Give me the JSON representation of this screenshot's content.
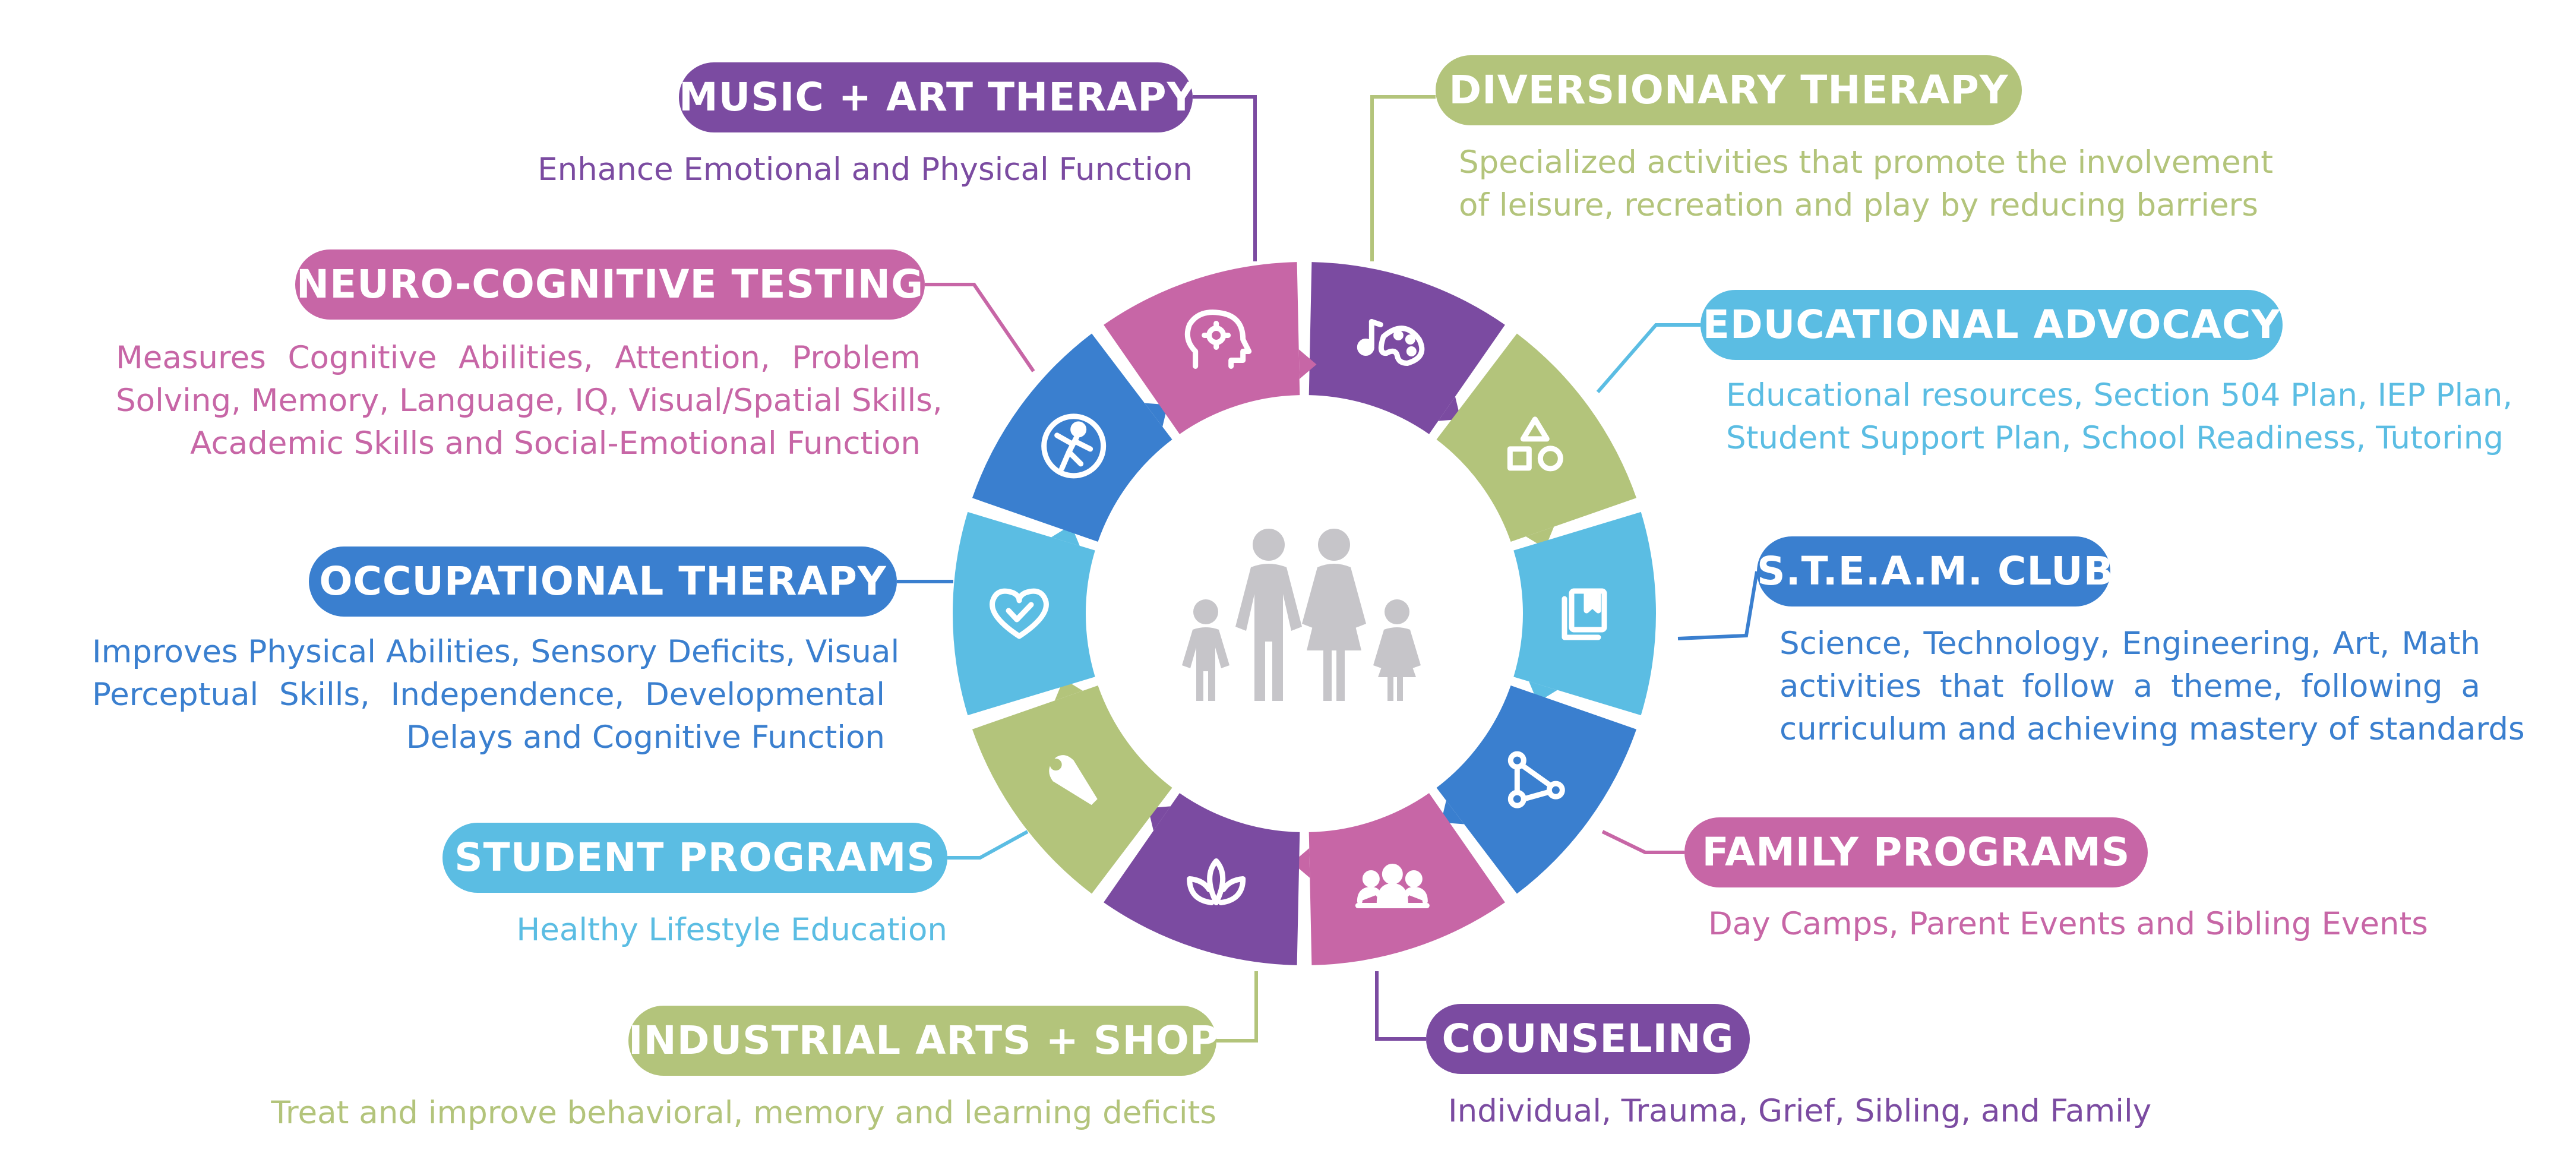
{
  "colors": {
    "purple": "#7b4ba1",
    "green": "#b3c47b",
    "pink": "#c766a6",
    "cyan": "#5bbde3",
    "blue": "#3a7fcf",
    "gray": "#c6c5c9"
  },
  "center": {
    "icon": "family-icon"
  },
  "items": [
    {
      "id": "music",
      "title": "MUSIC + ART THERAPY",
      "desc": [
        "Enhance Emotional and Physical Function"
      ],
      "color": "#7b4ba1",
      "icon": "music-palette-icon"
    },
    {
      "id": "diversionary",
      "title": "DIVERSIONARY THERAPY",
      "desc": [
        "Specialized activities that promote the involvement",
        "of leisure, recreation and play by reducing barriers"
      ],
      "color": "#b3c47b",
      "icon": "shapes-icon"
    },
    {
      "id": "educational",
      "title": "EDUCATIONAL ADVOCACY",
      "desc": [
        "Educational resources, Section 504 Plan, IEP Plan,",
        "Student Support Plan, School Readiness, Tutoring"
      ],
      "color": "#5bbde3",
      "icon": "books-icon"
    },
    {
      "id": "steam",
      "title": "S.T.E.A.M. CLUB",
      "desc": [
        "Science, Technology, Engineering, Art, Math",
        "activities that follow a theme, following a",
        "curriculum and achieving mastery of standards"
      ],
      "color": "#3a7fcf",
      "icon": "network-icon"
    },
    {
      "id": "family",
      "title": "FAMILY PROGRAMS",
      "desc": [
        "Day Camps, Parent Events and Sibling Events"
      ],
      "color": "#c766a6",
      "icon": "group-icon"
    },
    {
      "id": "counseling",
      "title": "COUNSELING",
      "desc": [
        "Individual, Trauma, Grief, Sibling, and Family"
      ],
      "color": "#7b4ba1",
      "icon": "lotus-icon"
    },
    {
      "id": "industrial",
      "title": "INDUSTRIAL ARTS + SHOP",
      "desc": [
        "Treat and improve behavioral, memory and learning deficits"
      ],
      "color": "#b3c47b",
      "icon": "wrench-icon"
    },
    {
      "id": "student",
      "title": "STUDENT PROGRAMS",
      "desc": [
        "Healthy Lifestyle Education"
      ],
      "color": "#5bbde3",
      "icon": "heart-check-icon"
    },
    {
      "id": "occupational",
      "title": "OCCUPATIONAL THERAPY",
      "desc": [
        "Improves Physical Abilities, Sensory Deficits, Visual",
        "Perceptual Skills, Independence, Developmental",
        "Delays and Cognitive Function"
      ],
      "color": "#3a7fcf",
      "icon": "climbing-figure-icon"
    },
    {
      "id": "neuro",
      "title": "NEURO-COGNITIVE TESTING",
      "desc": [
        "Measures Cognitive Abilities, Attention, Problem",
        "Solving, Memory, Language, IQ, Visual/Spatial Skills,",
        "Academic Skills and Social-Emotional Function"
      ],
      "color": "#c766a6",
      "icon": "brain-gear-icon"
    }
  ]
}
